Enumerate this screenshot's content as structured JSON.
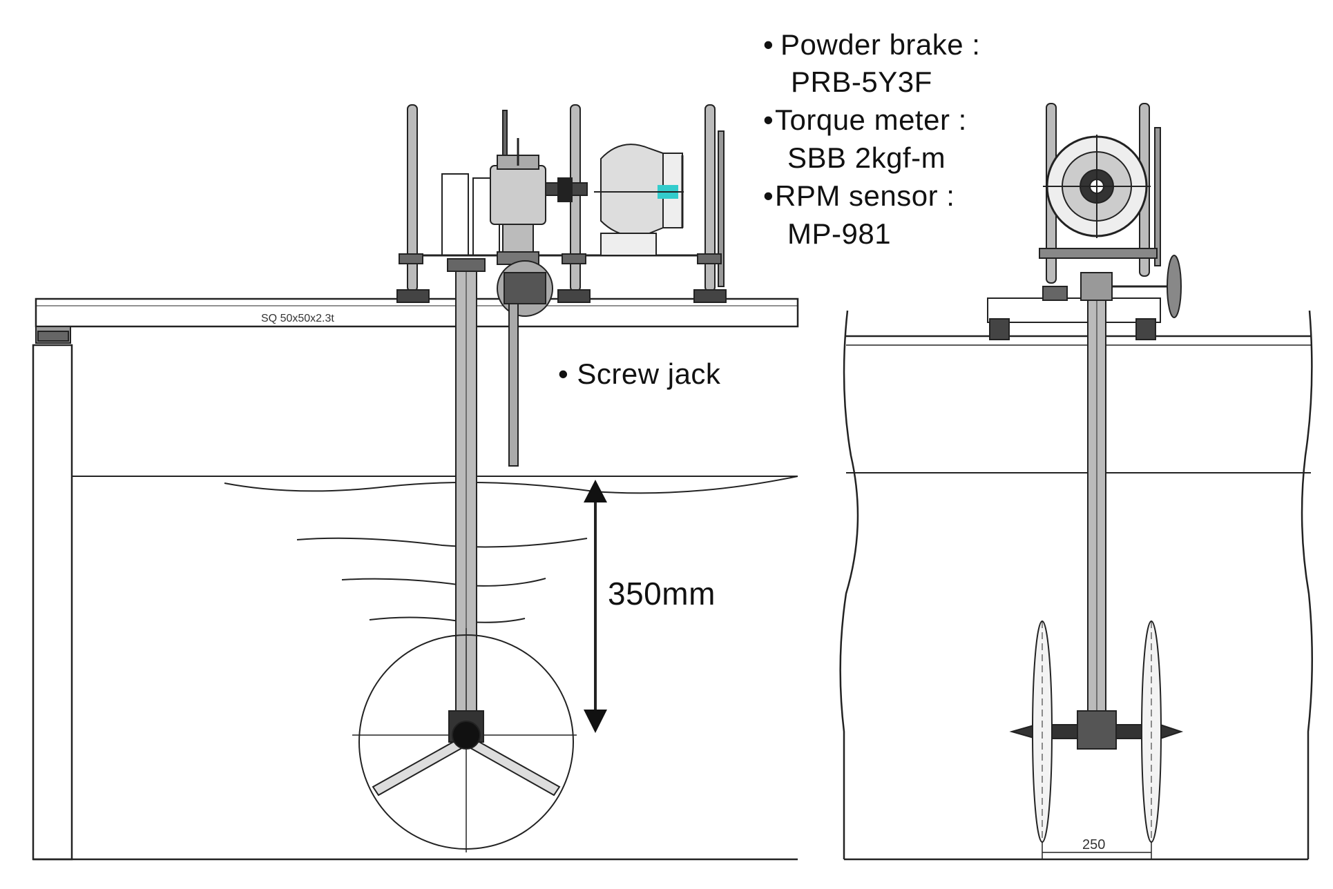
{
  "specs": [
    {
      "bullet": "•",
      "name": "Powder brake :",
      "model": "PRB-5Y3F"
    },
    {
      "bullet": "•",
      "name": "Torque meter :",
      "model": "SBB 2kgf-m"
    },
    {
      "bullet": "•",
      "name": "RPM sensor :",
      "model": "MP-981"
    }
  ],
  "screw_jack_label": "• Screw jack",
  "depth_label": "350mm",
  "beam_label": "SQ 50x50x2.3t",
  "spacing_label": "250"
}
